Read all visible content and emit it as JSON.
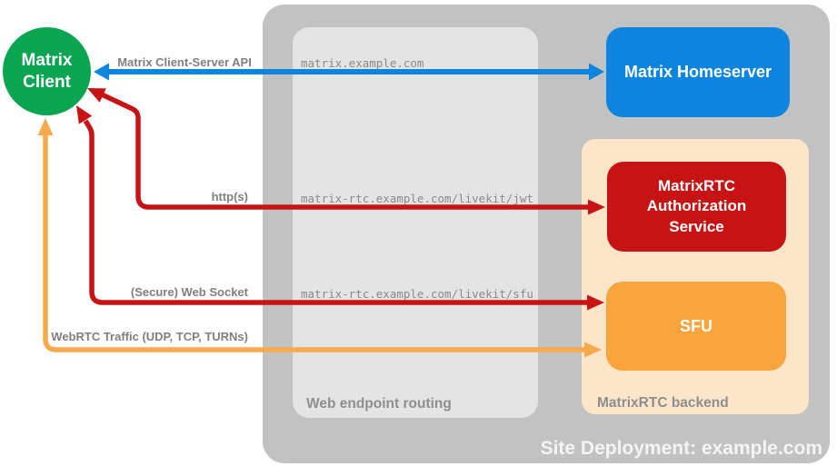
{
  "diagram": {
    "title": "Site Deployment: example.com",
    "containers": {
      "site": {
        "label": "Site Deployment: example.com",
        "color": "#c2c2c2"
      },
      "routing": {
        "label": "Web endpoint routing",
        "color": "#e4e4e4"
      },
      "backend": {
        "label": "MatrixRTC backend",
        "color": "#fce5c9"
      }
    },
    "nodes": {
      "client": {
        "line1": "Matrix",
        "line2": "Client",
        "color": "#09a551"
      },
      "homeserver": {
        "label": "Matrix Homeserver",
        "color": "#0d84de"
      },
      "auth": {
        "line1": "MatrixRTC",
        "line2": "Authorization",
        "line3": "Service",
        "color": "#c81315"
      },
      "sfu": {
        "label": "SFU",
        "color": "#f9a43c"
      }
    },
    "connections": [
      {
        "label": "Matrix Client-Server API",
        "endpoint": "matrix.example.com",
        "from": "client",
        "to": "homeserver",
        "bidirectional": true,
        "color": "#0d84de"
      },
      {
        "label": "http(s)",
        "endpoint": "matrix-rtc.example.com/livekit/jwt",
        "from": "client",
        "to": "auth",
        "bidirectional": true,
        "color": "#c81315"
      },
      {
        "label": "(Secure) Web Socket",
        "endpoint": "matrix-rtc.example.com/livekit/sfu",
        "from": "client",
        "to": "sfu",
        "bidirectional": true,
        "color": "#c81315"
      },
      {
        "label": "WebRTC Traffic (UDP, TCP, TURNs)",
        "endpoint": "",
        "from": "client",
        "to": "sfu",
        "bidirectional": true,
        "color": "#f8a94a"
      }
    ],
    "text_colors": {
      "connection_label": "#7f7f7f",
      "endpoint_url": "#8a8a8a",
      "zone_label": "#8e8e8e",
      "site_title": "#f4f4f4"
    }
  }
}
